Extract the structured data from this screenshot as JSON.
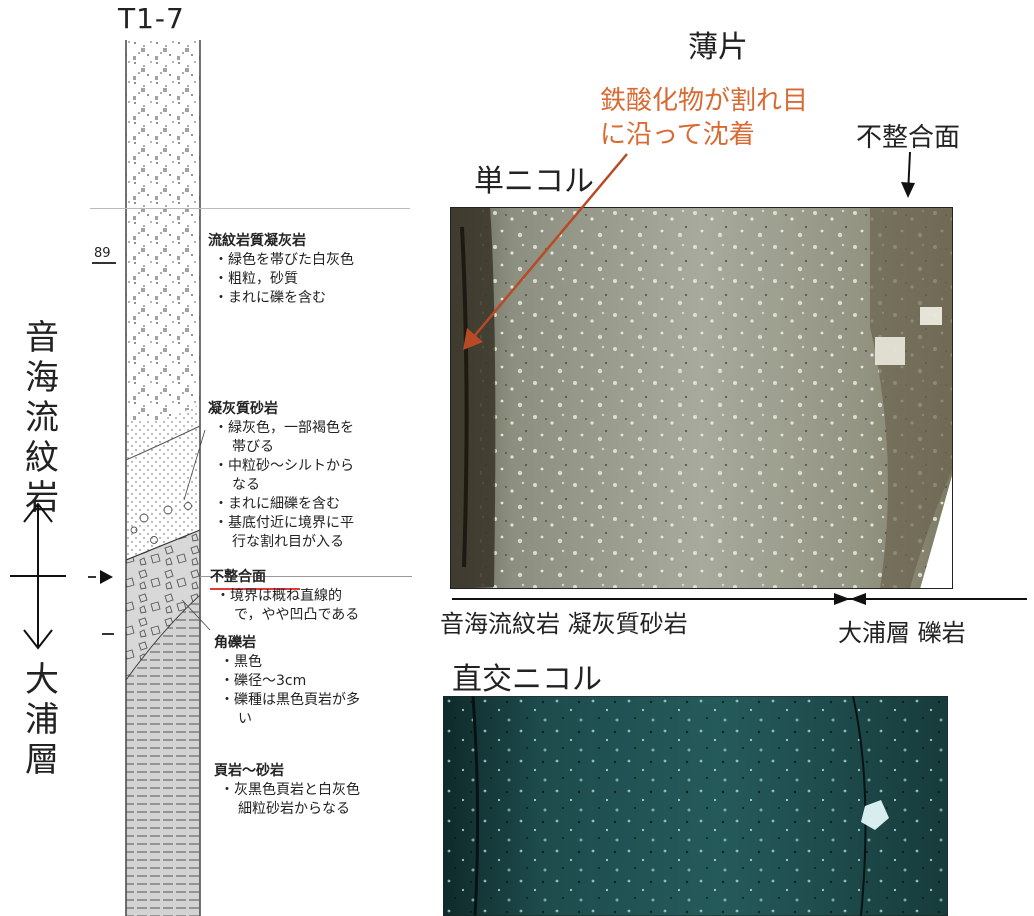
{
  "core": {
    "title": "T1-7",
    "depth_label": "89"
  },
  "descriptions": [
    {
      "title": "流紋岩質凝灰岩",
      "points": [
        "緑色を帯びた白灰色",
        "粗粒，砂質",
        "まれに礫を含む"
      ]
    },
    {
      "title": "凝灰質砂岩",
      "points": [
        "緑灰色，一部褐色を",
        "帯びる",
        "中粒砂～シルトから",
        "なる",
        "まれに細礫を含む",
        "基底付近に境界に平",
        "行な割れ目が入る"
      ]
    },
    {
      "title": "不整合面",
      "points": [
        "境界は概ね直線的",
        "で，やや凹凸である"
      ]
    },
    {
      "title": "角礫岩",
      "points": [
        "黒色",
        "礫径～3cm",
        "礫種は黒色頁岩が多",
        "い"
      ]
    },
    {
      "title": "頁岩～砂岩",
      "points": [
        "灰黒色頁岩と白灰色",
        "細粒砂岩からなる"
      ]
    }
  ],
  "formations": {
    "upper": "音海流紋岩",
    "lower": "大浦層"
  },
  "thin_section": {
    "title": "薄片",
    "annotation_line1": "鉄酸化物が割れ目",
    "annotation_line2": "に沿って沈着",
    "single_nicol": "単ニコル",
    "crossed_nicol": "直交ニコル",
    "unconformity": "不整合面",
    "scale_left": "音海流紋岩 凝灰質砂岩",
    "scale_right": "大浦層 礫岩"
  },
  "colors": {
    "annotation": "#d86a34",
    "arrow": "#b84a25",
    "underline": "#e23a3a"
  }
}
